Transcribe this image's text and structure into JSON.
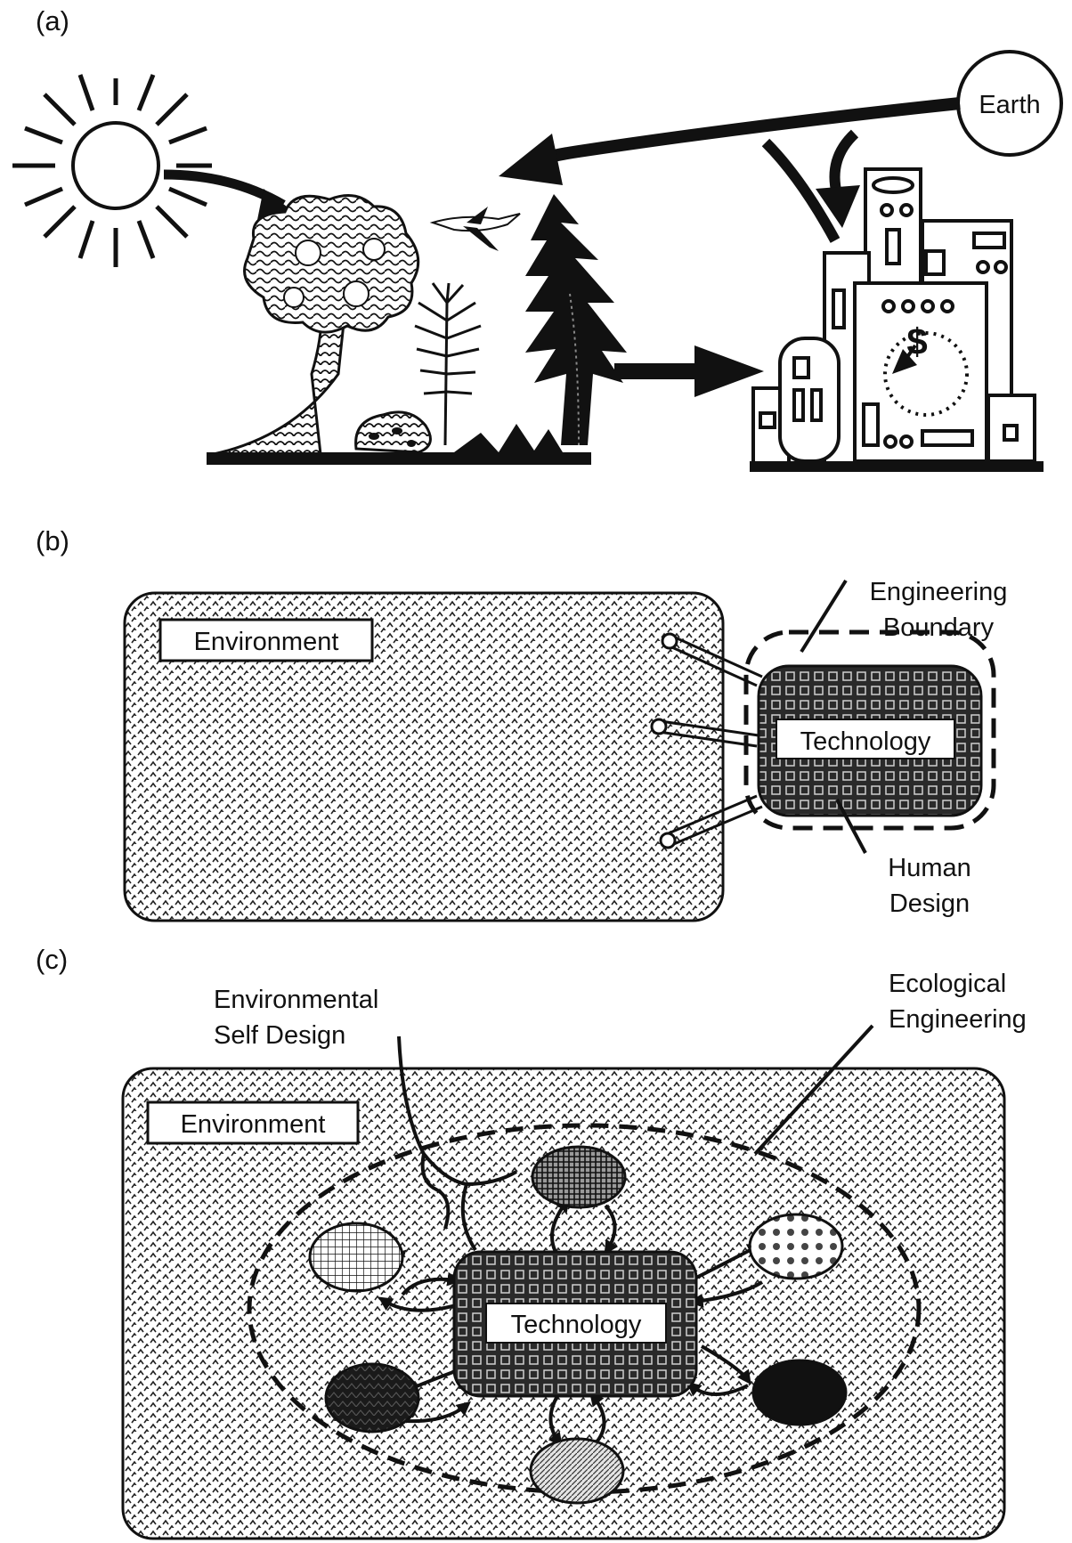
{
  "panels": {
    "a": {
      "label": "(a)",
      "earth_label": "Earth",
      "currency_symbol": "$"
    },
    "b": {
      "label": "(b)",
      "environment_label": "Environment",
      "technology_label": "Technology",
      "engineering_boundary_label": [
        "Engineering",
        "Boundary"
      ],
      "human_design_label": [
        "Human",
        "Design"
      ]
    },
    "c": {
      "label": "(c)",
      "environment_label": "Environment",
      "technology_label": "Technology",
      "environmental_self_design_label": [
        "Environmental",
        "Self Design"
      ],
      "ecological_engineering_label": [
        "Ecological",
        "Engineering"
      ]
    }
  },
  "colors": {
    "ink": "#111111",
    "background": "#ffffff",
    "environment_fill": "#c8c8c8",
    "technology_fill": "#3a3a3a"
  }
}
